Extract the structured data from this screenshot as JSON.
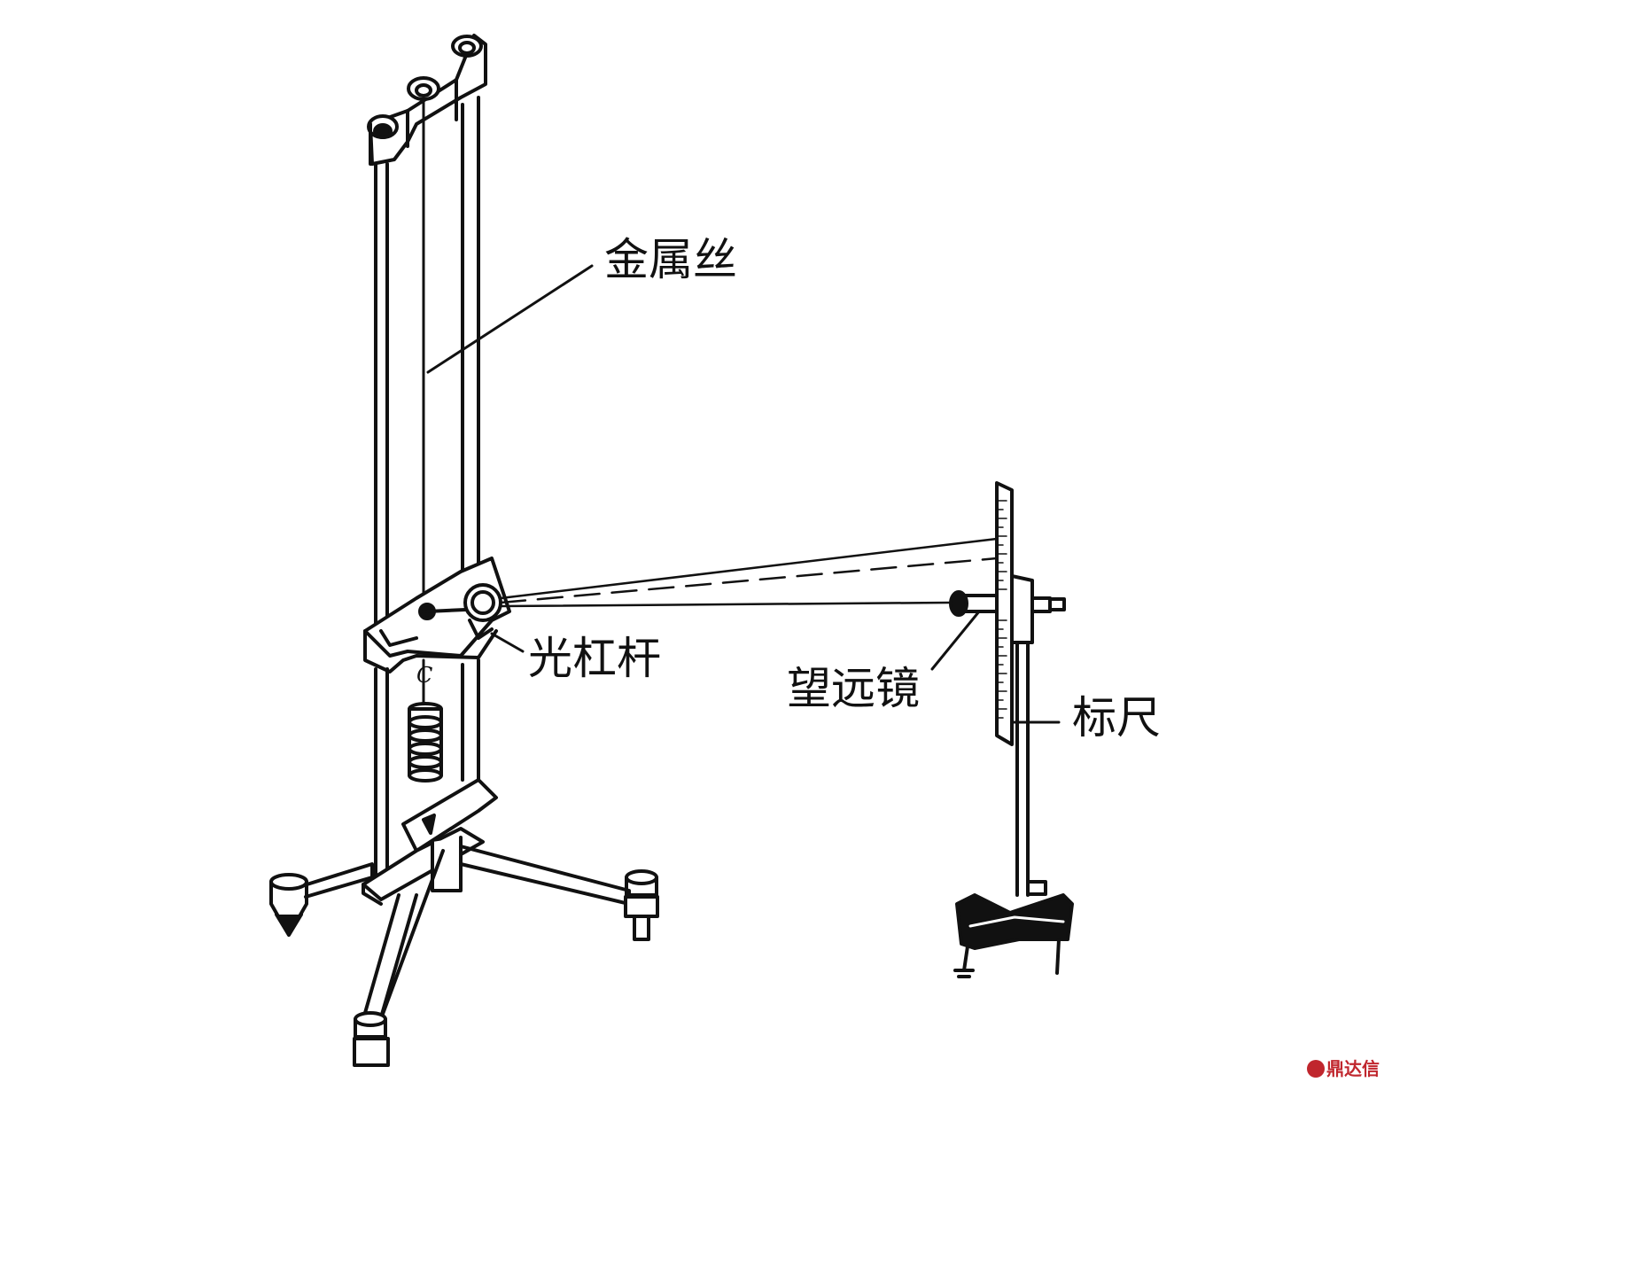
{
  "labels": {
    "wire": "金属丝",
    "lever": "光杠杆",
    "telescope": "望远镜",
    "scale": "标尺",
    "weight_mark": "C"
  },
  "watermark": {
    "text": "鼎达信",
    "color": "#c0262d"
  },
  "colors": {
    "ink": "#111111",
    "background": "#ffffff"
  }
}
